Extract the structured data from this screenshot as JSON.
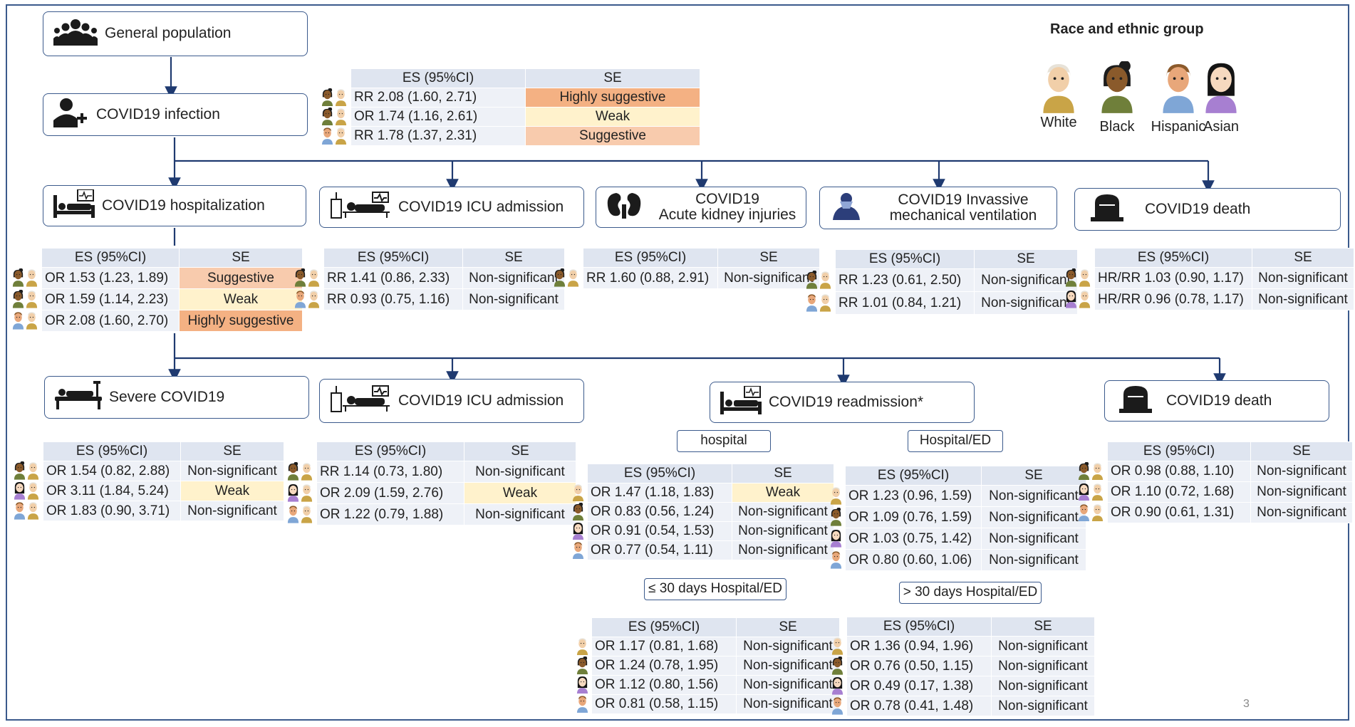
{
  "legend": {
    "title": "Race and ethnic group",
    "groups": [
      "White",
      "Black",
      "Hispanic",
      "Asian"
    ]
  },
  "nodes": {
    "general": "General population",
    "infection": "COVID19 infection",
    "hospitalization": "COVID19 hospitalization",
    "icu1": "COVID19 ICU admission",
    "aki_line1": "COVID19",
    "aki_line2": "Acute kidney injuries",
    "imv_line1": "COVID19 Invassive",
    "imv_line2": "mechanical ventilation",
    "death1": "COVID19 death",
    "severe": "Severe COVID19",
    "icu2": "COVID19 ICU admission",
    "readmission": "COVID19 readmission*",
    "death2": "COVID19 death"
  },
  "sublabels": {
    "hospital": "hospital",
    "hospital_ed": "Hospital/ED",
    "le30": "≤ 30 days Hospital/ED",
    "gt30": "> 30 days Hospital/ED"
  },
  "col_headers": {
    "es": "ES (95%CI)",
    "se": "SE"
  },
  "tables": {
    "infection": [
      {
        "es": "RR 2.08 (1.60, 2.71)",
        "se": "Highly suggestive",
        "cls": "hs"
      },
      {
        "es": "OR 1.74 (1.16, 2.61)",
        "se": "Weak",
        "cls": "w"
      },
      {
        "es": "RR 1.78 (1.37, 2.31)",
        "se": "Suggestive",
        "cls": "s"
      }
    ],
    "hospitalization": [
      {
        "es": "OR 1.53 (1.23, 1.89)",
        "se": "Suggestive",
        "cls": "s"
      },
      {
        "es": "OR 1.59 (1.14, 2.23)",
        "se": "Weak",
        "cls": "w"
      },
      {
        "es": "OR 2.08 (1.60, 2.70)",
        "se": "Highly suggestive",
        "cls": "hs"
      }
    ],
    "icu1": [
      {
        "es": "RR 1.41 (0.86, 2.33)",
        "se": "Non-significant",
        "cls": ""
      },
      {
        "es": "RR 0.93 (0.75, 1.16)",
        "se": "Non-significant",
        "cls": ""
      }
    ],
    "aki": [
      {
        "es": "RR 1.60 (0.88, 2.91)",
        "se": "Non-significant",
        "cls": ""
      }
    ],
    "imv": [
      {
        "es": "RR 1.23 (0.61, 2.50)",
        "se": "Non-significant",
        "cls": ""
      },
      {
        "es": "RR 1.01 (0.84, 1.21)",
        "se": "Non-significant",
        "cls": ""
      }
    ],
    "death1": [
      {
        "es": "HR/RR 1.03 (0.90, 1.17)",
        "se": "Non-significant",
        "cls": ""
      },
      {
        "es": "HR/RR 0.96 (0.78, 1.17)",
        "se": "Non-significant",
        "cls": ""
      }
    ],
    "severe": [
      {
        "es": "OR 1.54 (0.82, 2.88)",
        "se": "Non-significant",
        "cls": ""
      },
      {
        "es": "OR 3.11 (1.84, 5.24)",
        "se": "Weak",
        "cls": "w"
      },
      {
        "es": "OR 1.83 (0.90, 3.71)",
        "se": "Non-significant",
        "cls": ""
      }
    ],
    "icu2": [
      {
        "es": "RR 1.14 (0.73, 1.80)",
        "se": "Non-significant",
        "cls": ""
      },
      {
        "es": "OR 2.09 (1.59, 2.76)",
        "se": "Weak",
        "cls": "w"
      },
      {
        "es": "OR 1.22 (0.79, 1.88)",
        "se": "Non-significant",
        "cls": ""
      }
    ],
    "readm_hospital": [
      {
        "es": "OR 1.47 (1.18, 1.83)",
        "se": "Weak",
        "cls": "w"
      },
      {
        "es": "OR 0.83 (0.56, 1.24)",
        "se": "Non-significant",
        "cls": ""
      },
      {
        "es": "OR 0.91 (0.54, 1.53)",
        "se": "Non-significant",
        "cls": ""
      },
      {
        "es": "OR 0.77 (0.54, 1.11)",
        "se": "Non-significant",
        "cls": ""
      }
    ],
    "readm_hospital_ed": [
      {
        "es": "OR 1.23 (0.96, 1.59)",
        "se": "Non-significant",
        "cls": ""
      },
      {
        "es": "OR 1.09 (0.76, 1.59)",
        "se": "Non-significant",
        "cls": ""
      },
      {
        "es": "OR 1.03 (0.75, 1.42)",
        "se": "Non-significant",
        "cls": ""
      },
      {
        "es": "OR 0.80 (0.60, 1.06)",
        "se": "Non-significant",
        "cls": ""
      }
    ],
    "readm_le30": [
      {
        "es": "OR 1.17 (0.81, 1.68)",
        "se": "Non-significant",
        "cls": ""
      },
      {
        "es": "OR 1.24 (0.78, 1.95)",
        "se": "Non-significant",
        "cls": ""
      },
      {
        "es": "OR 1.12 (0.80, 1.56)",
        "se": "Non-significant",
        "cls": ""
      },
      {
        "es": "OR 0.81 (0.58, 1.15)",
        "se": "Non-significant",
        "cls": ""
      }
    ],
    "readm_gt30": [
      {
        "es": "OR 1.36 (0.94, 1.96)",
        "se": "Non-significant",
        "cls": ""
      },
      {
        "es": "OR 0.76 (0.50, 1.15)",
        "se": "Non-significant",
        "cls": ""
      },
      {
        "es": "OR 0.49 (0.17, 1.38)",
        "se": "Non-significant",
        "cls": ""
      },
      {
        "es": "OR 0.78 (0.41, 1.48)",
        "se": "Non-significant",
        "cls": ""
      }
    ],
    "death2": [
      {
        "es": "OR 0.98 (0.88, 1.10)",
        "se": "Non-significant",
        "cls": ""
      },
      {
        "es": "OR 1.10 (0.72, 1.68)",
        "se": "Non-significant",
        "cls": ""
      },
      {
        "es": "OR 0.90 (0.61, 1.31)",
        "se": "Non-significant",
        "cls": ""
      }
    ]
  },
  "colors": {
    "highly_suggestive": "#f4b183",
    "suggestive": "#f8cbad",
    "weak": "#fff2cc",
    "header": "#dfe5f0",
    "cell": "#eef1f7",
    "connector": "#1f3a70"
  },
  "page_number": "3"
}
